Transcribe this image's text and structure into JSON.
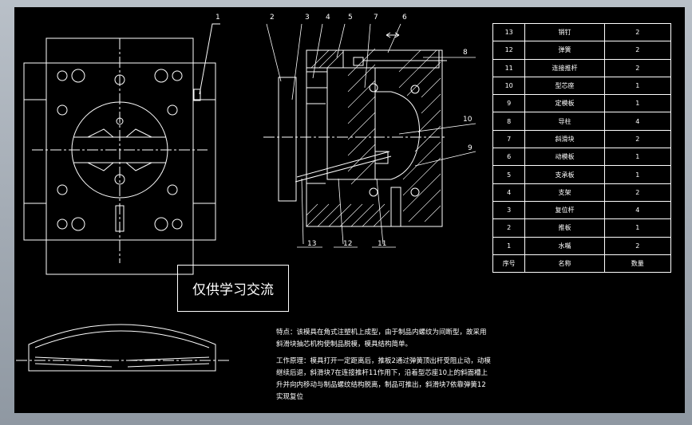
{
  "title_box": "仅供学习交流",
  "part_callouts": [
    "1",
    "2",
    "3",
    "4",
    "5",
    "7",
    "6",
    "8",
    "10",
    "9",
    "13",
    "12",
    "11"
  ],
  "parts_table": {
    "rows": [
      {
        "no": "13",
        "name": "销钉",
        "qty": "2"
      },
      {
        "no": "12",
        "name": "弹簧",
        "qty": "2"
      },
      {
        "no": "11",
        "name": "连接推杆",
        "qty": "2"
      },
      {
        "no": "10",
        "name": "型芯座",
        "qty": "1"
      },
      {
        "no": "9",
        "name": "定模板",
        "qty": "1"
      },
      {
        "no": "8",
        "name": "导柱",
        "qty": "4"
      },
      {
        "no": "7",
        "name": "斜滑块",
        "qty": "2"
      },
      {
        "no": "6",
        "name": "动模板",
        "qty": "1"
      },
      {
        "no": "5",
        "name": "支承板",
        "qty": "1"
      },
      {
        "no": "4",
        "name": "支架",
        "qty": "2"
      },
      {
        "no": "3",
        "name": "复位杆",
        "qty": "4"
      },
      {
        "no": "2",
        "name": "推板",
        "qty": "1"
      },
      {
        "no": "1",
        "name": "水嘴",
        "qty": "2"
      }
    ],
    "header": {
      "no": "序号",
      "name": "名称",
      "qty": "数量"
    }
  },
  "notes": {
    "feature": "特点：该模具在角式注塑机上成型，由于制品内螺纹为间断型，故采用斜滑块抽芯机构使制品脱模，模具结构简单。",
    "principle": "工作原理：模具打开一定距离后，推板2通过弹簧顶出杆受阻止动，动模继续后退，斜滑块7在连接推杆11作用下，沿着型芯座10上的斜面槽上升并向内移动与制品螺纹结构脱离，制品可推出，斜滑块7依靠弹簧12实现复位"
  }
}
